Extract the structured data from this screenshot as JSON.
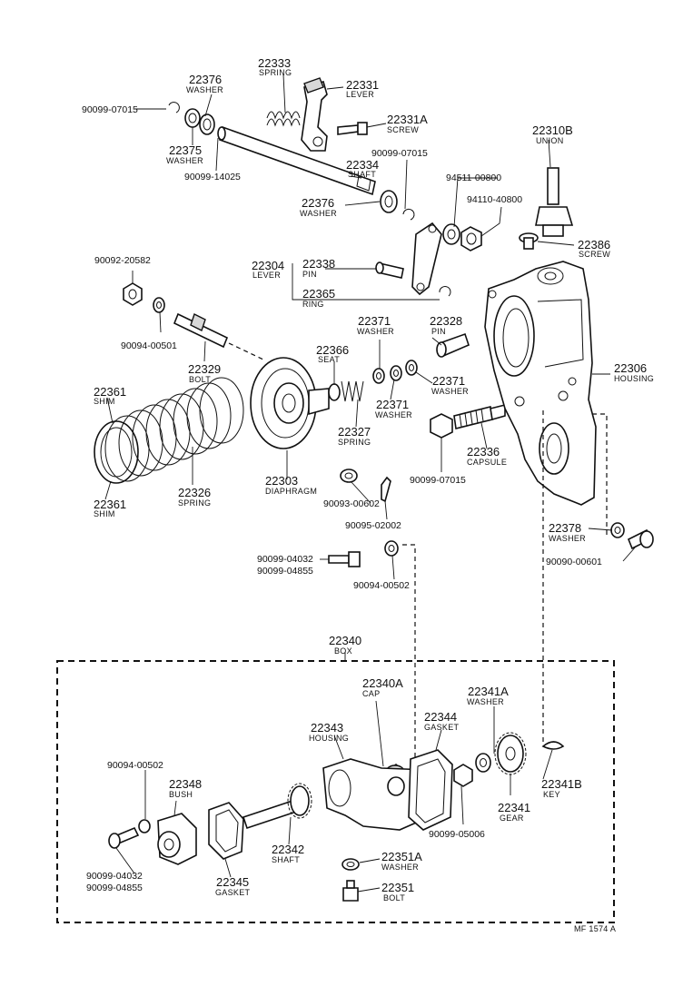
{
  "parts": {
    "p22333": {
      "num": "22333",
      "name": "SPRING"
    },
    "p22331": {
      "num": "22331",
      "name": "LEVER"
    },
    "p22376a": {
      "num": "22376",
      "name": "WASHER"
    },
    "p22331A": {
      "num": "22331A",
      "name": "SCREW"
    },
    "p22375": {
      "num": "22375",
      "name": "WASHER"
    },
    "p22334": {
      "num": "22334",
      "name": "SHAFT"
    },
    "p22310B": {
      "num": "22310B",
      "name": "UNION"
    },
    "p22376b": {
      "num": "22376",
      "name": "WASHER"
    },
    "p22386": {
      "num": "22386",
      "name": "SCREW"
    },
    "p22304": {
      "num": "22304",
      "name": "LEVER"
    },
    "p22338": {
      "num": "22338",
      "name": "PIN"
    },
    "p22365": {
      "num": "22365",
      "name": "RING"
    },
    "p22371a": {
      "num": "22371",
      "name": "WASHER"
    },
    "p22328": {
      "num": "22328",
      "name": "PIN"
    },
    "p22366": {
      "num": "22366",
      "name": "SEAT"
    },
    "p22371b": {
      "num": "22371",
      "name": "WASHER"
    },
    "p22371c": {
      "num": "22371",
      "name": "WASHER"
    },
    "p22329": {
      "num": "22329",
      "name": "BOLT"
    },
    "p22306": {
      "num": "22306",
      "name": "HOUSING"
    },
    "p22361a": {
      "num": "22361",
      "name": "SHIM"
    },
    "p22327": {
      "num": "22327",
      "name": "SPRING"
    },
    "p22336": {
      "num": "22336",
      "name": "CAPSULE"
    },
    "p22303": {
      "num": "22303",
      "name": "DIAPHRAGM"
    },
    "p22326": {
      "num": "22326",
      "name": "SPRING"
    },
    "p22361b": {
      "num": "22361",
      "name": "SHIM"
    },
    "p22378": {
      "num": "22378",
      "name": "WASHER"
    },
    "p22340": {
      "num": "22340",
      "name": "BOX"
    },
    "p22340A": {
      "num": "22340A",
      "name": "CAP"
    },
    "p22341A": {
      "num": "22341A",
      "name": "WASHER"
    },
    "p22343": {
      "num": "22343",
      "name": "HOUSING"
    },
    "p22344": {
      "num": "22344",
      "name": "GASKET"
    },
    "p22348": {
      "num": "22348",
      "name": "BUSH"
    },
    "p22341B": {
      "num": "22341B",
      "name": "KEY"
    },
    "p22341": {
      "num": "22341",
      "name": "GEAR"
    },
    "p22342": {
      "num": "22342",
      "name": "SHAFT"
    },
    "p22345": {
      "num": "22345",
      "name": "GASKET"
    },
    "p22351A": {
      "num": "22351A",
      "name": "WASHER"
    },
    "p22351": {
      "num": "22351",
      "name": "BOLT"
    }
  },
  "codes": {
    "c_90099_07015_a": "90099-07015",
    "c_90099_14025": "90099-14025",
    "c_90099_07015_b": "90099-07015",
    "c_94511_00800": "94511-00800",
    "c_94110_40800": "94110-40800",
    "c_90092_20582": "90092-20582",
    "c_90094_00501": "90094-00501",
    "c_90099_07015_c": "90099-07015",
    "c_90093_00602": "90093-00602",
    "c_90095_02002": "90095-02002",
    "c_90090_00601": "90090-00601",
    "c_90099_04032_a": "90099-04032",
    "c_90099_04855_a": "90099-04855",
    "c_90094_00502_a": "90094-00502",
    "c_90094_00502_b": "90094-00502",
    "c_90099_05006": "90099-05006",
    "c_90099_04032_b": "90099-04032",
    "c_90099_04855_b": "90099-04855"
  },
  "footer": {
    "ref": "MF 1574 A"
  }
}
